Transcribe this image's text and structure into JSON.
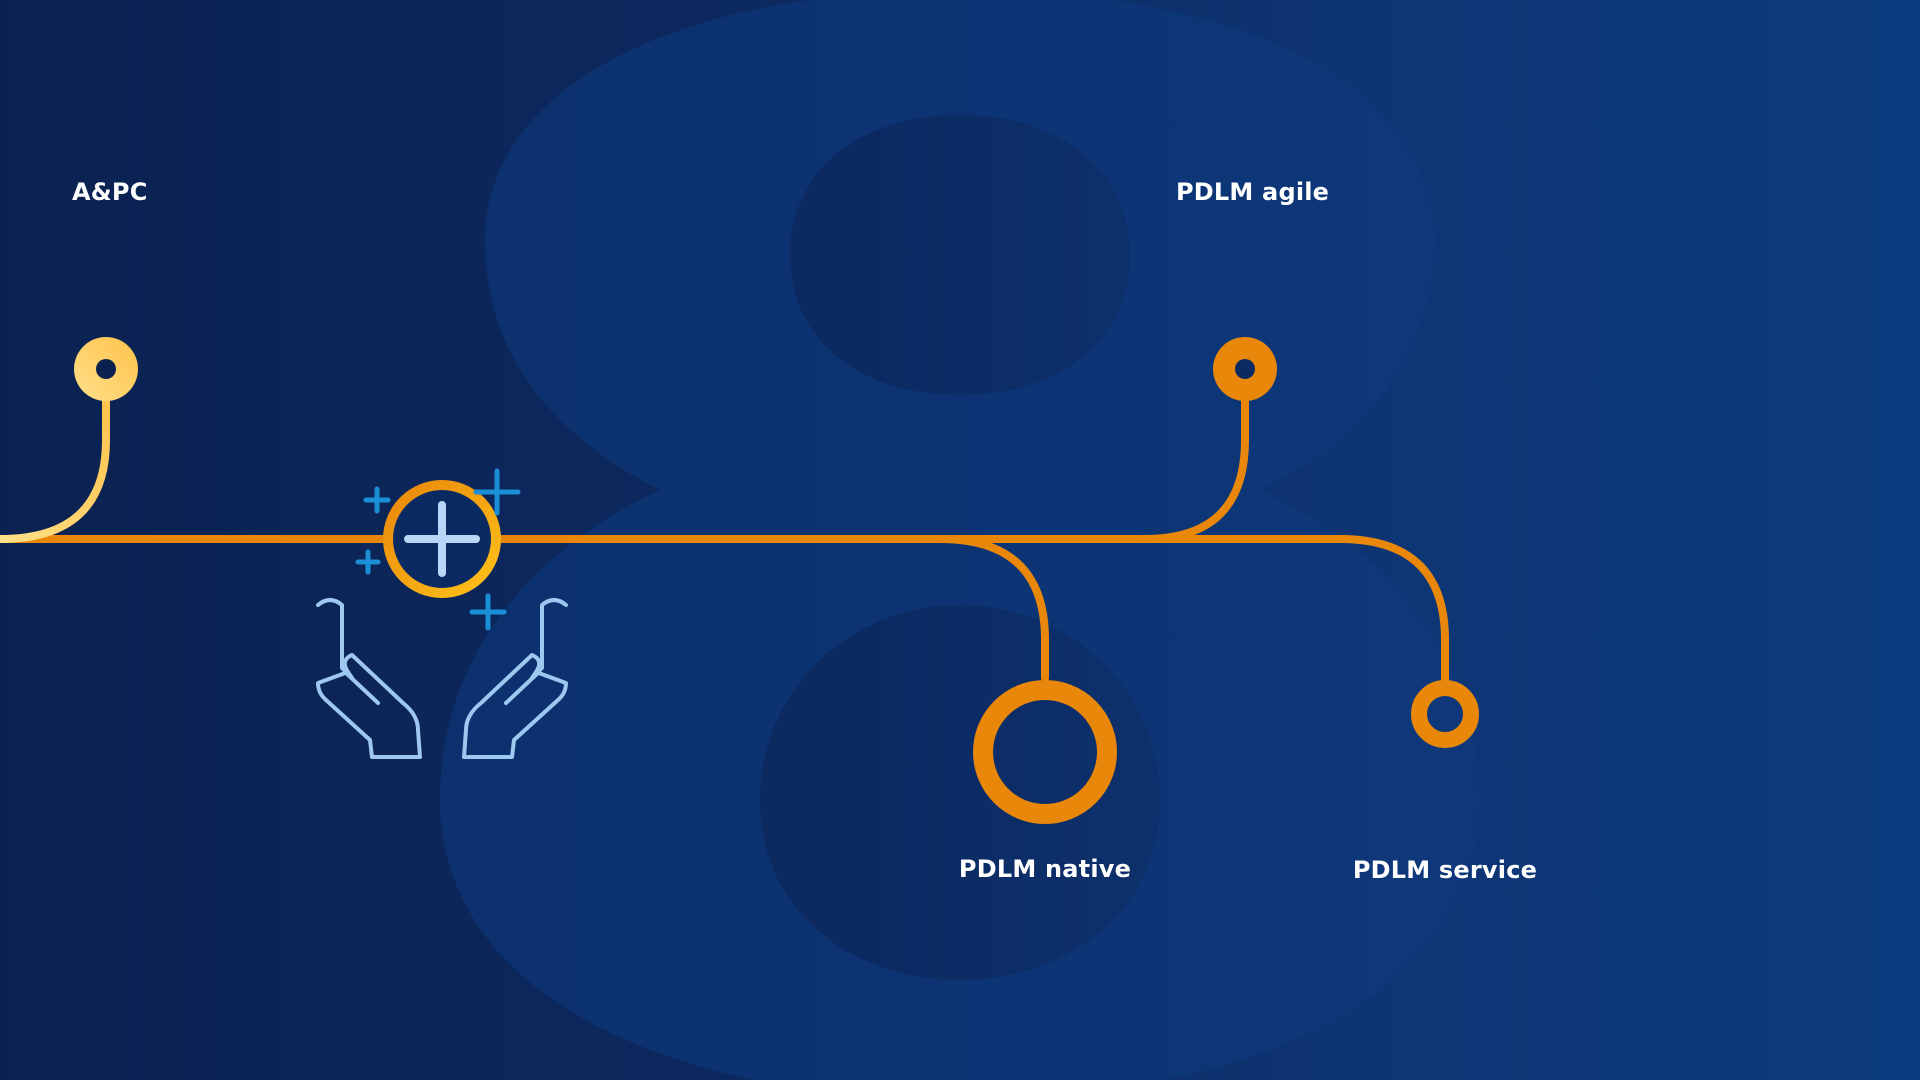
{
  "labels": {
    "apc": "A&PC",
    "pdlm_agile": "PDLM agile",
    "pdlm_native": "PDLM native",
    "pdlm_service": "PDLM service"
  },
  "background_glyph": "8",
  "icons": {
    "central": "hands-holding-plus-icon",
    "sparkle": "plus-sparkle-icon"
  },
  "colors": {
    "background": "#0c2a62",
    "background_glyph": "#0e3a7c",
    "line_orange": "#e8870a",
    "node_yellow": "#ffce5c",
    "icon_light_blue": "#9ec8f0",
    "sparkle_blue": "#1a8fd6"
  }
}
